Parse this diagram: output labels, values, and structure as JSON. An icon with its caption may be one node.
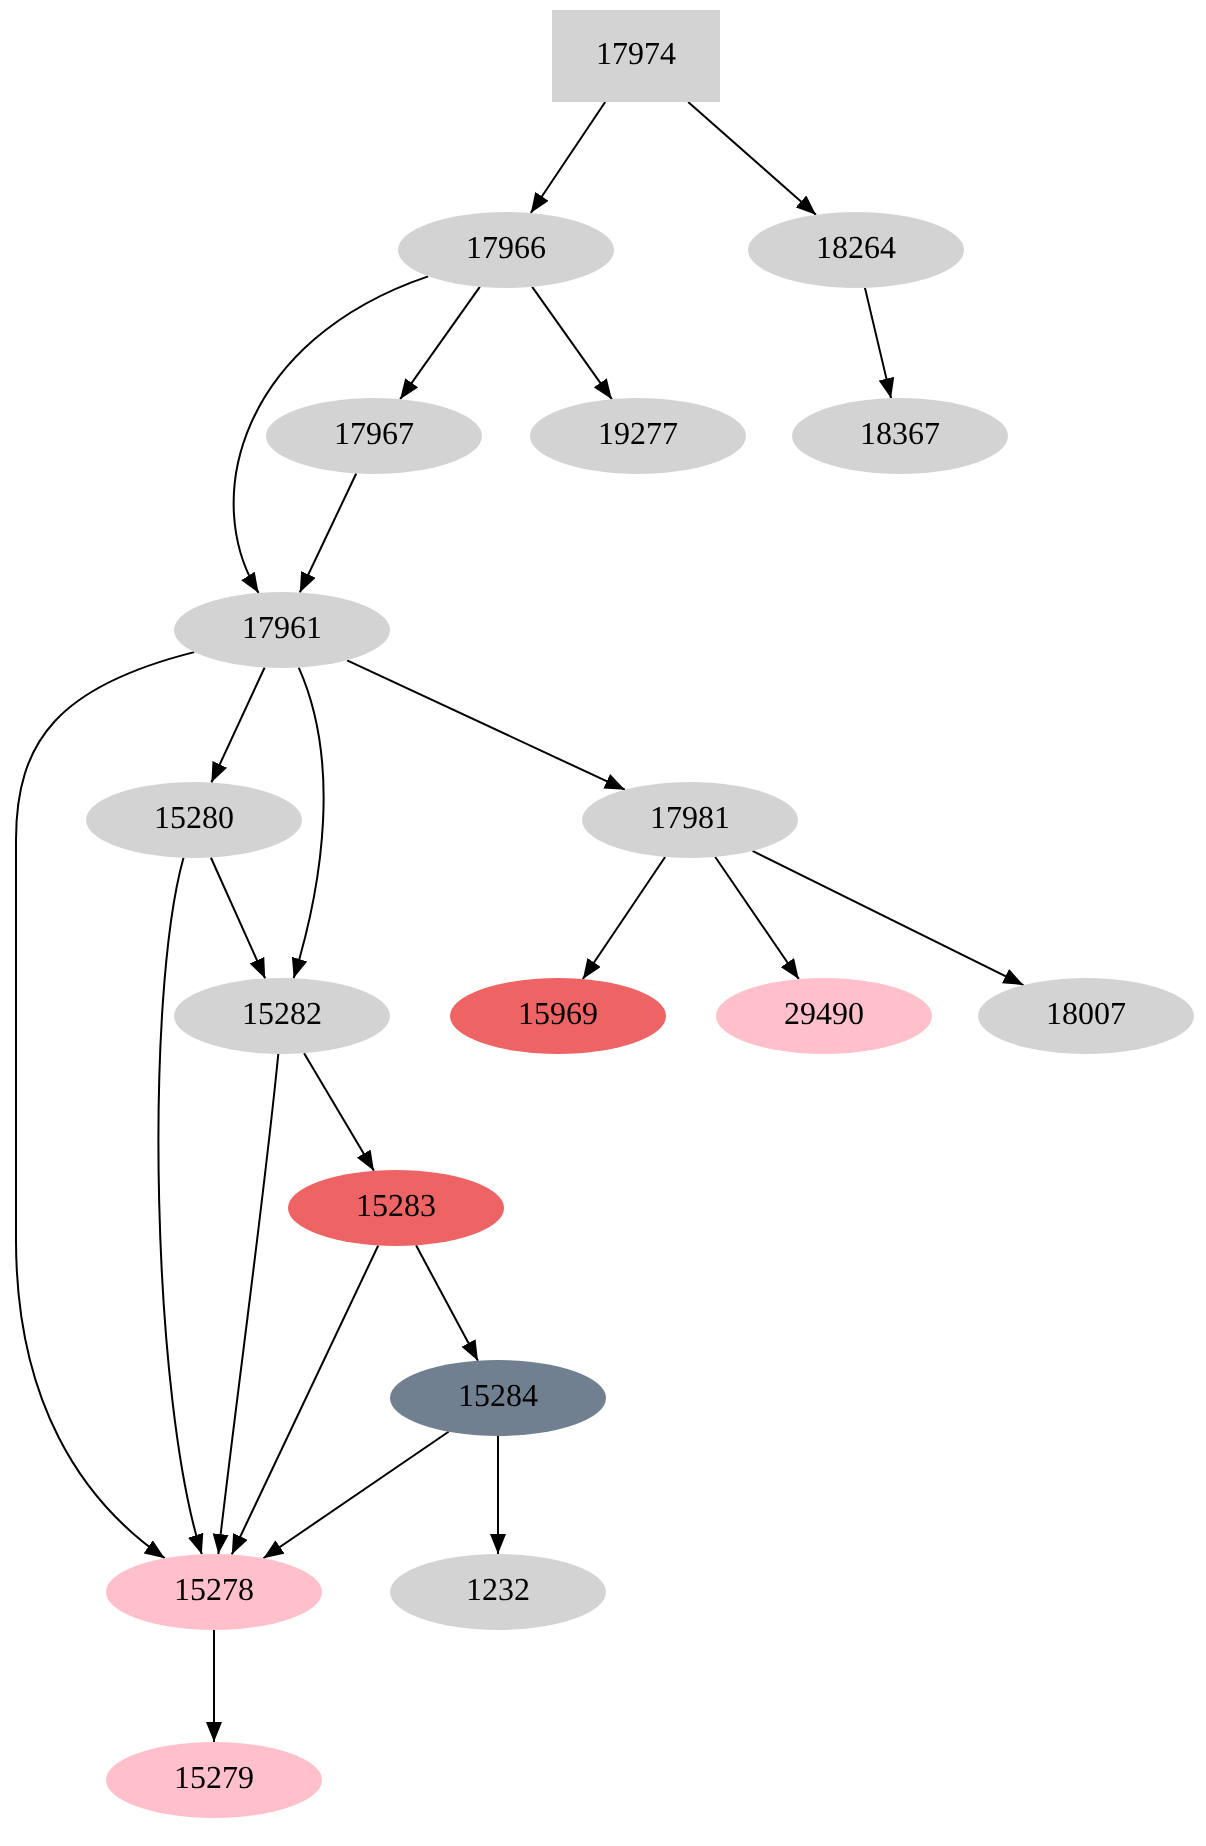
{
  "diagram": {
    "nodes": [
      {
        "text": [
          "17974"
        ]
      },
      {
        "text": [
          "17966"
        ]
      },
      {
        "text": [
          "18264"
        ]
      },
      {
        "text": [
          "17967"
        ]
      },
      {
        "text": [
          "19277"
        ]
      },
      {
        "text": [
          "18367"
        ]
      },
      {
        "text": [
          "17961"
        ]
      },
      {
        "text": [
          "15280"
        ]
      },
      {
        "text": [
          "17981"
        ]
      },
      {
        "text": [
          "15282"
        ]
      },
      {
        "text": [
          "15969"
        ]
      },
      {
        "text": [
          "29490"
        ]
      },
      {
        "text": [
          "18007"
        ]
      },
      {
        "text": [
          "15283"
        ]
      },
      {
        "text": [
          "15284"
        ]
      },
      {
        "text": [
          "15278"
        ]
      },
      {
        "text": [
          "1232"
        ]
      },
      {
        "text": [
          "15279"
        ]
      }
    ],
    "edges": [
      {
        "from": 0,
        "to": 1,
        "arrow": "to"
      },
      {
        "from": 0,
        "to": 2,
        "arrow": "to"
      },
      {
        "from": 1,
        "to": 6,
        "arrow": "to"
      },
      {
        "from": 1,
        "to": 3,
        "arrow": "to"
      },
      {
        "from": 1,
        "to": 4,
        "arrow": "to"
      },
      {
        "from": 2,
        "to": 5,
        "arrow": "to"
      },
      {
        "from": 3,
        "to": 6,
        "arrow": "to"
      },
      {
        "from": 6,
        "to": 15,
        "arrow": "to"
      },
      {
        "from": 6,
        "to": 7,
        "arrow": "to"
      },
      {
        "from": 6,
        "to": 9,
        "arrow": "to"
      },
      {
        "from": 6,
        "to": 8,
        "arrow": "to"
      },
      {
        "from": 7,
        "to": 15,
        "arrow": "to"
      },
      {
        "from": 7,
        "to": 9,
        "arrow": "to"
      },
      {
        "from": 8,
        "to": 10,
        "arrow": "to"
      },
      {
        "from": 8,
        "to": 11,
        "arrow": "to"
      },
      {
        "from": 8,
        "to": 12,
        "arrow": "to"
      },
      {
        "from": 9,
        "to": 15,
        "arrow": "to"
      },
      {
        "from": 9,
        "to": 13,
        "arrow": "to"
      },
      {
        "from": 13,
        "to": 15,
        "arrow": "to"
      },
      {
        "from": 13,
        "to": 14,
        "arrow": "to"
      },
      {
        "from": 14,
        "to": 15,
        "arrow": "to"
      },
      {
        "from": 14,
        "to": 16,
        "arrow": "to"
      },
      {
        "from": 15,
        "to": 17,
        "arrow": "to"
      }
    ]
  }
}
